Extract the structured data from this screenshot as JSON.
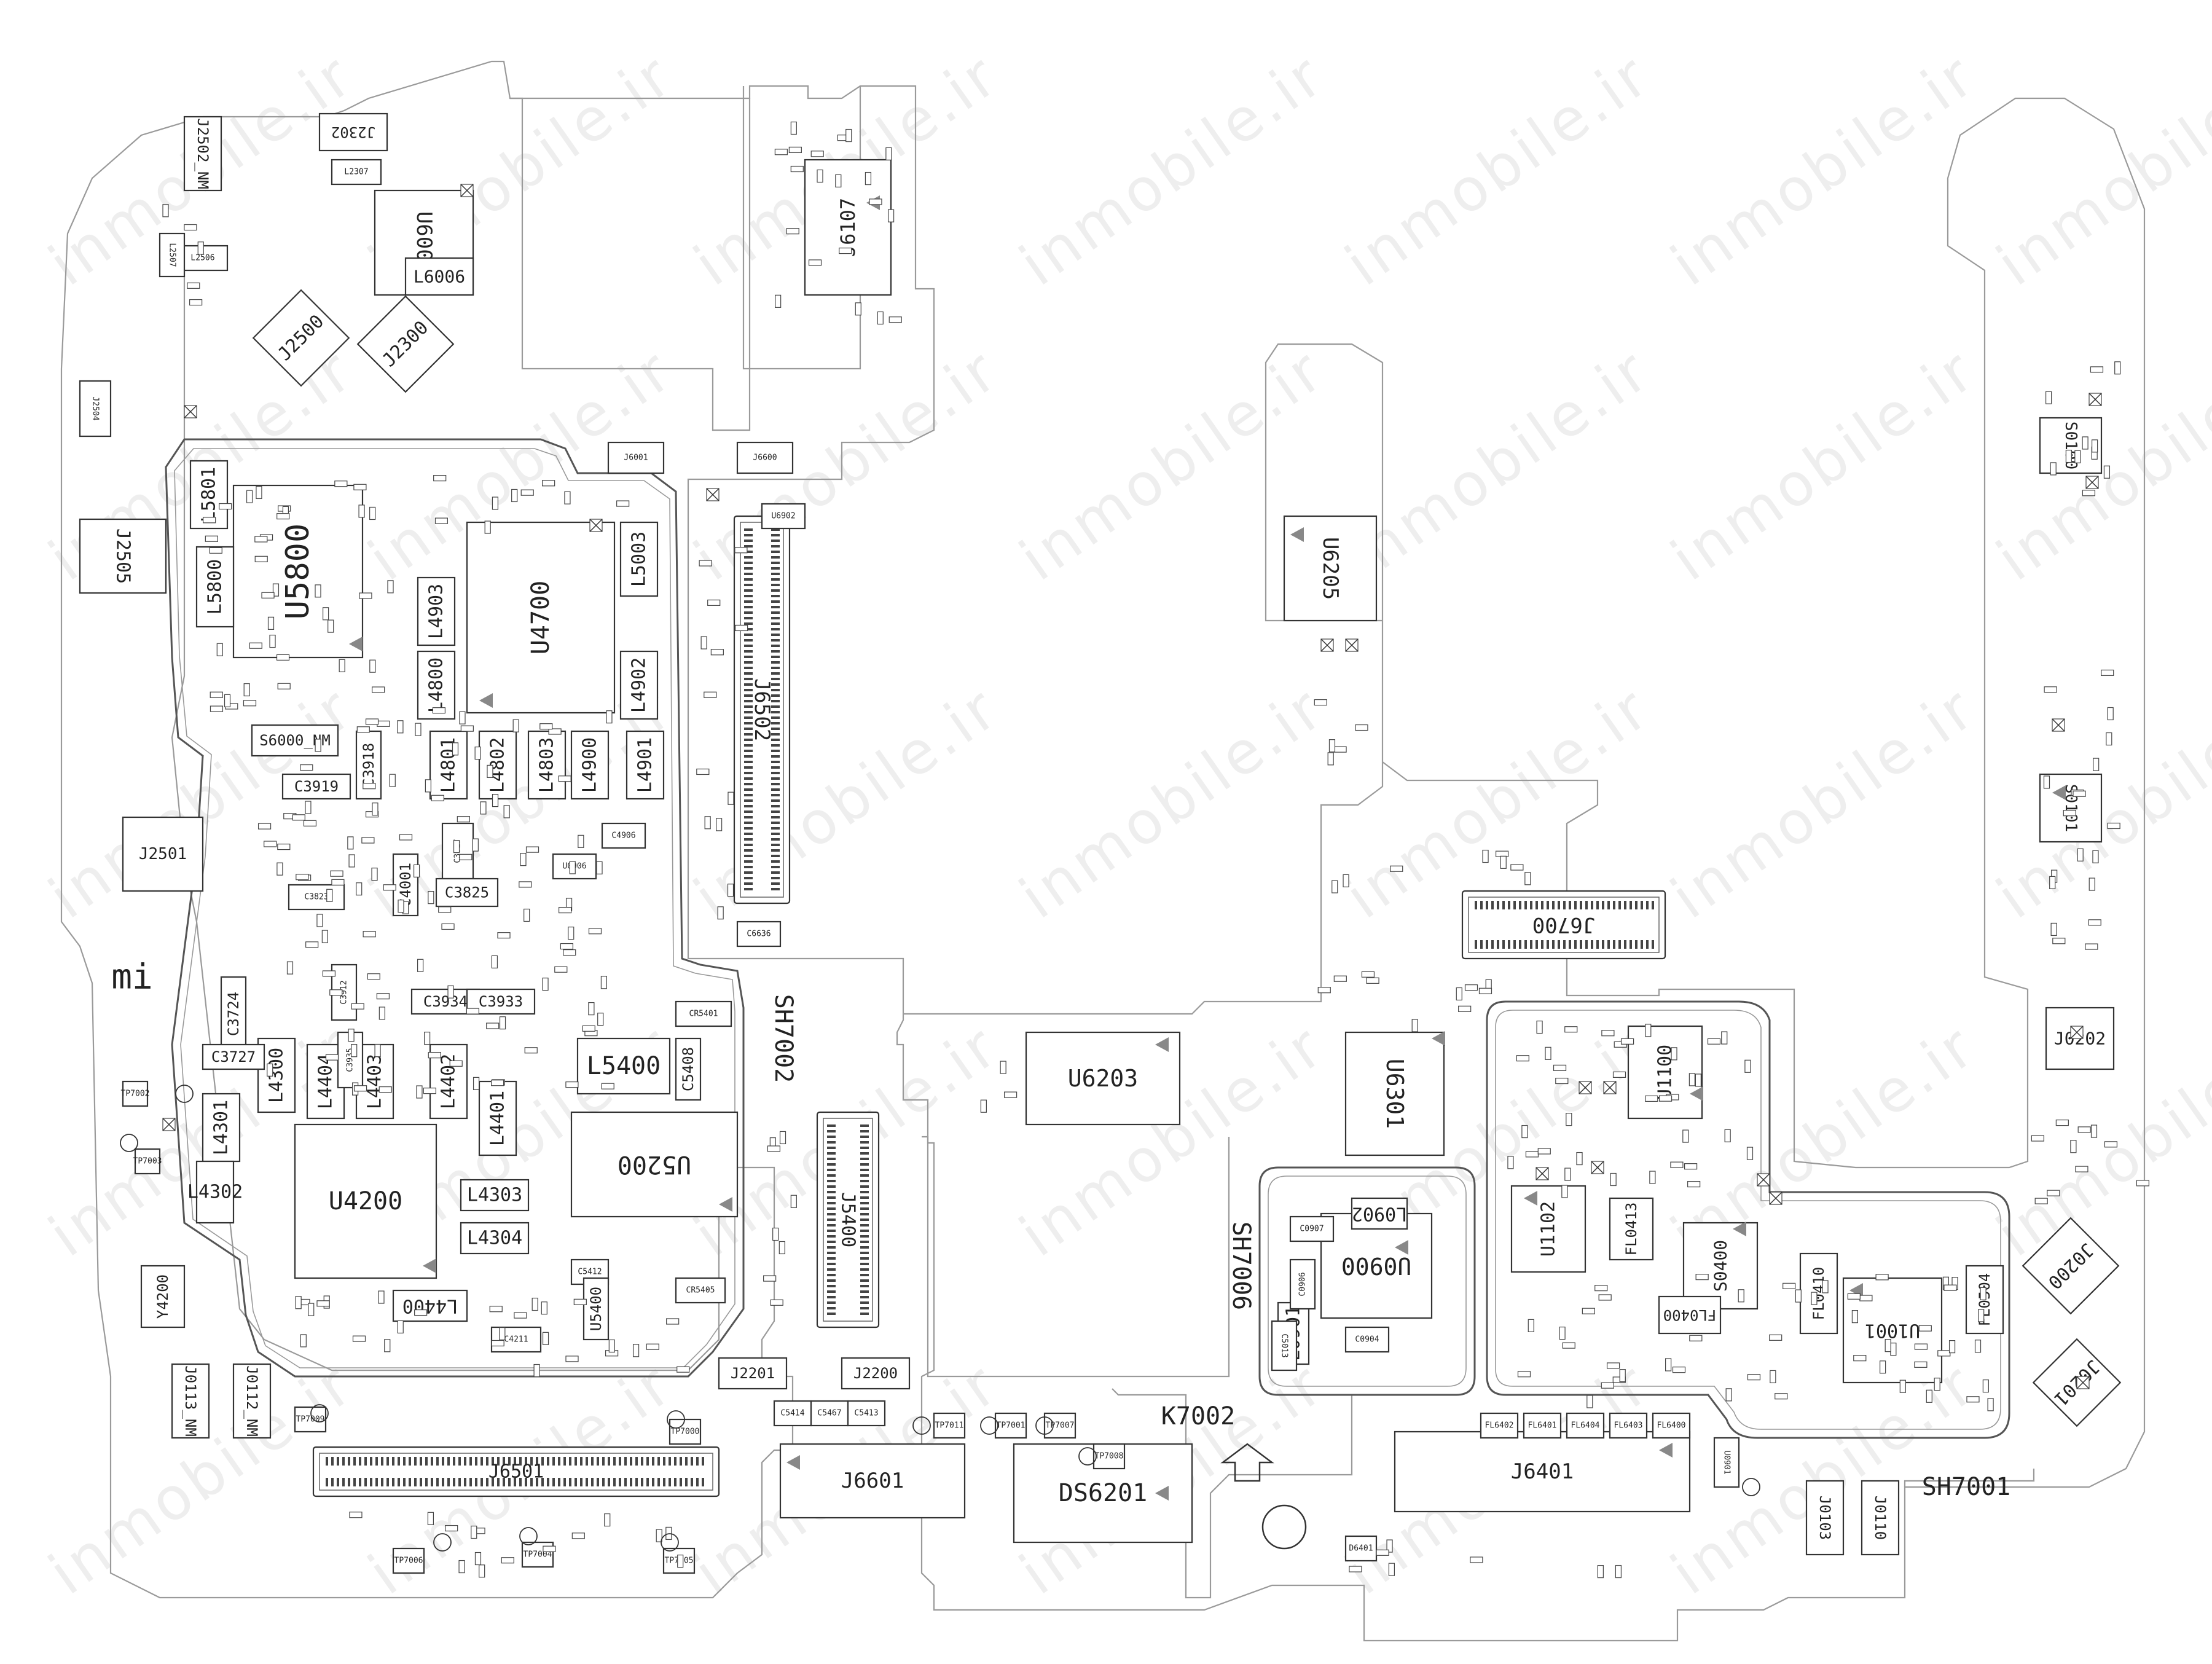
{
  "watermark": "inmobile.ir",
  "logo_text": "mi",
  "shield_labels": [
    "SH7002",
    "SH7006",
    "SH7001"
  ],
  "mechanical": [
    "K7002"
  ],
  "connectors_big": [
    "J6502",
    "J6501",
    "J6401",
    "J6700",
    "J6601",
    "J5400",
    "DS6201"
  ],
  "major_ics": [
    {
      "ref": "U5800",
      "kind": "ic"
    },
    {
      "ref": "U4700",
      "kind": "ic"
    },
    {
      "ref": "U4200",
      "kind": "ic"
    },
    {
      "ref": "U5200",
      "kind": "ic"
    },
    {
      "ref": "U6203",
      "kind": "ic"
    },
    {
      "ref": "U6301",
      "kind": "ic"
    },
    {
      "ref": "U0900",
      "kind": "ic"
    },
    {
      "ref": "U6205",
      "kind": "ic"
    },
    {
      "ref": "U6002",
      "kind": "ic"
    },
    {
      "ref": "J6107",
      "kind": "connector"
    },
    {
      "ref": "U1100",
      "kind": "ic"
    },
    {
      "ref": "U1102",
      "kind": "ic"
    },
    {
      "ref": "U1001",
      "kind": "ic"
    },
    {
      "ref": "S0400",
      "kind": "ic"
    },
    {
      "ref": "S0100",
      "kind": "ic"
    },
    {
      "ref": "S0101",
      "kind": "ic"
    },
    {
      "ref": "J0202",
      "kind": "connector"
    },
    {
      "ref": "J0201",
      "kind": "connector"
    },
    {
      "ref": "J0200",
      "kind": "connector"
    },
    {
      "ref": "J2500",
      "kind": "connector"
    },
    {
      "ref": "J2300",
      "kind": "connector"
    },
    {
      "ref": "J2505",
      "kind": "connector"
    },
    {
      "ref": "J2501",
      "kind": "connector"
    },
    {
      "ref": "J2302",
      "kind": "connector"
    },
    {
      "ref": "L5400",
      "kind": "inductor"
    },
    {
      "ref": "L6006",
      "kind": "inductor"
    }
  ],
  "inductors": [
    "L5800",
    "L5801",
    "L4903",
    "L4800",
    "L5003",
    "L4902",
    "L4801",
    "L4802",
    "L4803",
    "L4900",
    "L4901",
    "L4300",
    "L4404",
    "L4403",
    "L4402",
    "L4401",
    "L4301",
    "L4302",
    "L4303",
    "L4304",
    "L4400",
    "L0902",
    "L0901"
  ],
  "small_labels": [
    "C3919",
    "C3918",
    "C3817",
    "C3825",
    "C3823",
    "C3912",
    "C3935",
    "C3934",
    "C3933",
    "C3724",
    "C3727",
    "C4001",
    "C4906",
    "C4211",
    "C5408",
    "CR5401",
    "CR5405",
    "C5412",
    "C5414",
    "C5467",
    "C5413",
    "C6636",
    "C0907",
    "C0906",
    "C0904",
    "U0906",
    "U5400",
    "U6902",
    "J6600",
    "J6001",
    "J2201",
    "J2200",
    "Y4200",
    "S6000_NM",
    "FL0413",
    "FL0400",
    "FL0410",
    "FL0504",
    "FL6402",
    "FL6401",
    "FL6404",
    "FL6403",
    "FL6400",
    "TP7002",
    "TP7003",
    "TP7009",
    "TP7000",
    "TP7011",
    "TP7001",
    "TP7007",
    "TP7008",
    "TP7006",
    "TP7004",
    "TP7005",
    "J0113_NM",
    "J0112_NM",
    "J2502_NM",
    "J2504",
    "L2506",
    "L2507",
    "L2307",
    "J0103",
    "J0110",
    "D6401",
    "U0901",
    "C5013"
  ]
}
